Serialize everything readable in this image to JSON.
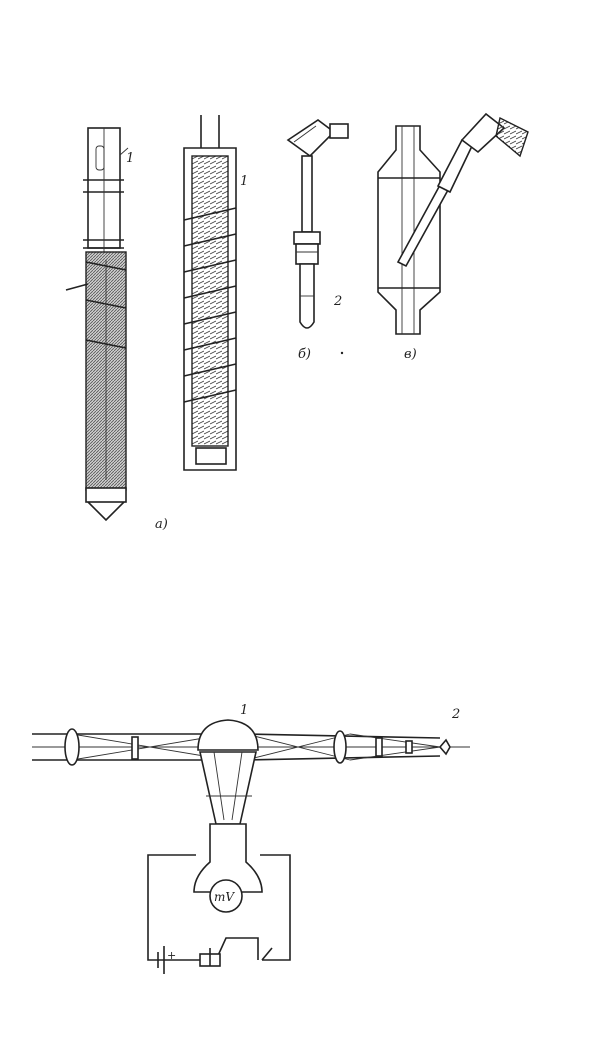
{
  "figure_top": {
    "labels": {
      "part_a_ref": "1",
      "part_b_ref": "1",
      "part_v_ref": "2",
      "caption_a": "a)",
      "caption_b": "б)",
      "caption_v": "в)"
    }
  },
  "figure_bottom": {
    "labels": {
      "ref_1": "1",
      "ref_2": "2",
      "meter": "mV",
      "plus": "+"
    }
  }
}
